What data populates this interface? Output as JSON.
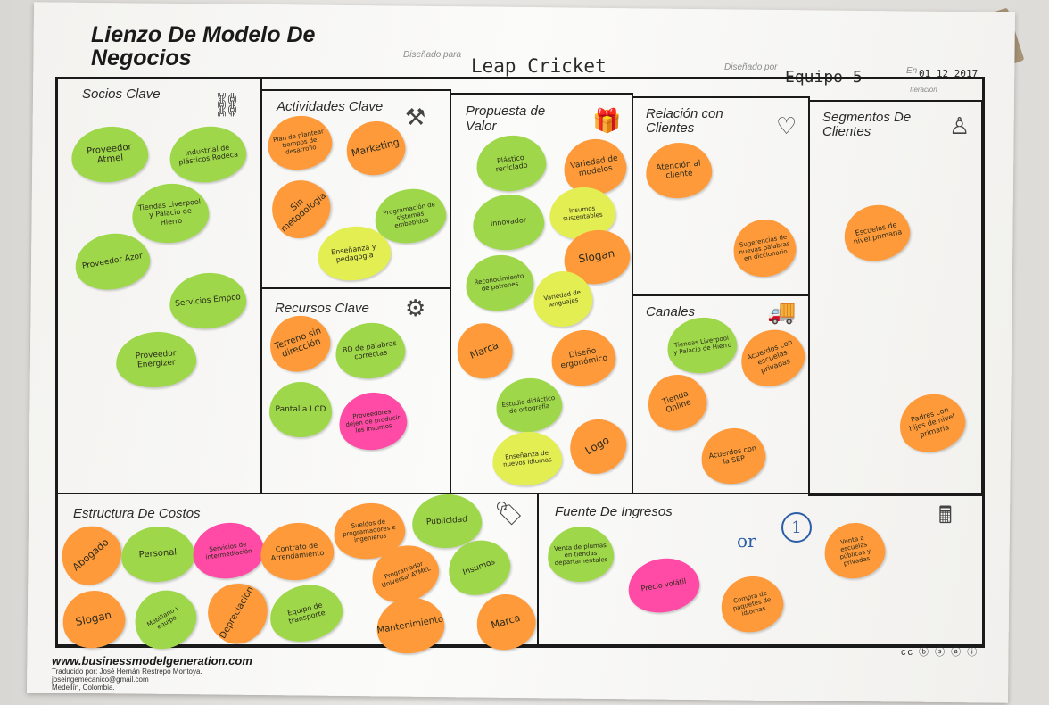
{
  "header": {
    "title_line1": "Lienzo De Modelo De",
    "title_line2": "Negocios",
    "designed_for_label": "Diseñado para",
    "designed_for_value": "Leap Cricket",
    "designed_by_label": "Diseñado por",
    "designed_by_value": "Equipo 5",
    "date_label": "En",
    "date_value": "01  12  2017",
    "iteration_label": "Iteración"
  },
  "boxes": {
    "socios": "Socios Clave",
    "actividades": "Actividades Clave",
    "recursos": "Recursos Clave",
    "propuesta": "Propuesta de Valor",
    "relacion": "Relación con Clientes",
    "canales": "Canales",
    "segmentos": "Segmentos De Clientes",
    "costos": "Estructura De Costos",
    "ingresos": "Fuente De Ingresos"
  },
  "notes": {
    "socios": [
      "Proveedor Atmel",
      "Industrial de plásticos Rodeca",
      "Tiendas Liverpool y Palacio de Hierro",
      "Proveedor Azor",
      "Servicios Empco",
      "Proveedor Energizer"
    ],
    "actividades": [
      "Plan de plantear tiempos de desarrollo",
      "Marketing",
      "Sin metodología",
      "Programación de sistemas embebidos",
      "Enseñanza y pedagogía"
    ],
    "recursos": [
      "Terreno sin dirección",
      "BD de palabras correctas",
      "Pantalla LCD",
      "Proveedores dejen de producir los insumos"
    ],
    "propuesta": [
      "Plástico reciclado",
      "Variedad de modelos",
      "Innovador",
      "Insumos sustentables",
      "Slogan",
      "Reconocimiento de patrones",
      "Variedad de lenguajes",
      "Marca",
      "Diseño ergonómico",
      "Estudio didáctico de ortografía",
      "Enseñanza de nuevos idiomas",
      "Logo"
    ],
    "relacion": [
      "Atención al cliente",
      "Sugerencias de nuevas palabras en diccionario"
    ],
    "canales": [
      "Tiendas Liverpool y Palacio de Hierro",
      "Acuerdos con escuelas privadas",
      "Tienda Online",
      "Acuerdos con la SEP"
    ],
    "segmentos": [
      "Escuelas de nivel primaria",
      "Padres con hijos de nivel primaria"
    ],
    "costos": [
      "Abogado",
      "Personal",
      "Servicios de intermediación",
      "Contrato de Arrendamiento",
      "Sueldos de programadores e ingenieros",
      "Publicidad",
      "Programador Universal ATMEL",
      "Insumos",
      "Slogan",
      "Mobiliario y equipo",
      "Depreciación",
      "Equipo de transporte",
      "Mantenimiento",
      "Marca"
    ],
    "ingresos": [
      "Venta de plumas en tiendas departamentales",
      "Precio volátil",
      "Compra de paquetes de idiomas",
      "Venta a escuelas públicas y privadas"
    ]
  },
  "ingresos_handwriting": {
    "or_text": "or",
    "circled": "1"
  },
  "footer": {
    "url": "www.businessmodelgeneration.com",
    "line1": "Traducido por: José Hernán Restrepo Montoya.",
    "line2": "joseingemecanico@gmail.com",
    "line3": "Medellín, Colombia.",
    "cc": "cc ⓑ ⓢ ⓐ ⓘ"
  },
  "colors": {
    "green": "#9ed84a",
    "orange": "#ff9a3a",
    "yellow": "#e3ee52",
    "pink": "#ff4aa6"
  }
}
